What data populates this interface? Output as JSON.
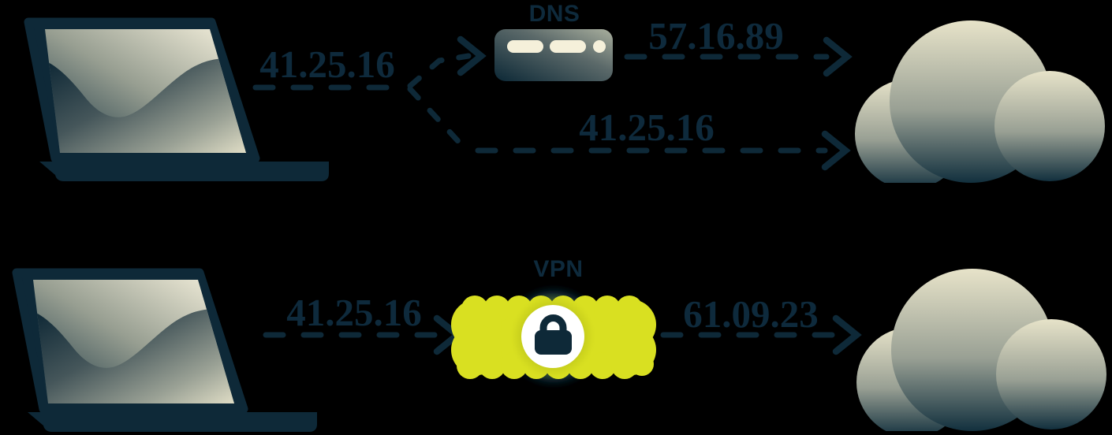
{
  "flows": [
    {
      "device_ip": "41.25.16",
      "dns_label": "DNS",
      "dns_resolved_ip": "57.16.89",
      "direct_ip": "41.25.16"
    },
    {
      "device_ip": "41.25.16",
      "vpn_label": "VPN",
      "vpn_ip": "61.09.23"
    }
  ],
  "icons": {
    "device": "laptop-icon",
    "dns_server": "server-icon",
    "internet": "cloud-icon",
    "vpn": "vpn-tunnel-icon",
    "lock": "lock-icon"
  },
  "colors": {
    "background": "#000000",
    "navy": "#0e2938",
    "lime": "#d9e021",
    "cream": "#f5f0da"
  }
}
